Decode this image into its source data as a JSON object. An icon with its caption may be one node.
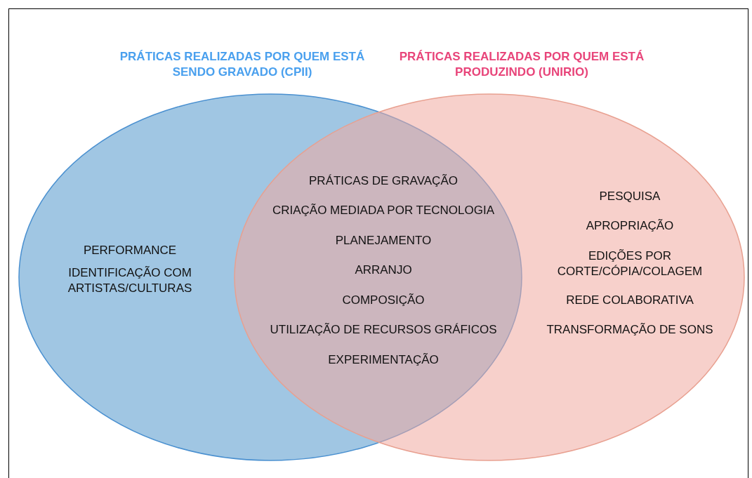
{
  "diagram": {
    "nodes": [
      {
        "text": [
          "PRÁTICAS REALIZADAS POR QUEM ESTÁ SENDO GRAVADO (CPII)",
          "PERFORMANCE",
          "IDENTIFICAÇÃO COM ARTISTAS/CULTURAS"
        ]
      },
      {
        "text": [
          "PRÁTICAS REALIZADAS POR QUEM ESTÁ PRODUZINDO (UNIRIO)",
          "PESQUISA",
          "APROPRIAÇÃO",
          "EDIÇÕES POR CORTE/CÓPIA/COLAGEM",
          "REDE COLABORATIVA",
          "TRANSFORMAÇÃO DE SONS"
        ]
      }
    ],
    "edges": [],
    "labels": [
      "PRÁTICAS DE GRAVAÇÃO",
      "CRIAÇÃO MEDIADA POR TECNOLOGIA",
      "PLANEJAMENTO",
      "ARRANJO",
      "COMPOSIÇÃO",
      "UTILIZAÇÃO DE RECURSOS GRÁFICOS",
      "EXPERIMENTAÇÃO"
    ]
  }
}
